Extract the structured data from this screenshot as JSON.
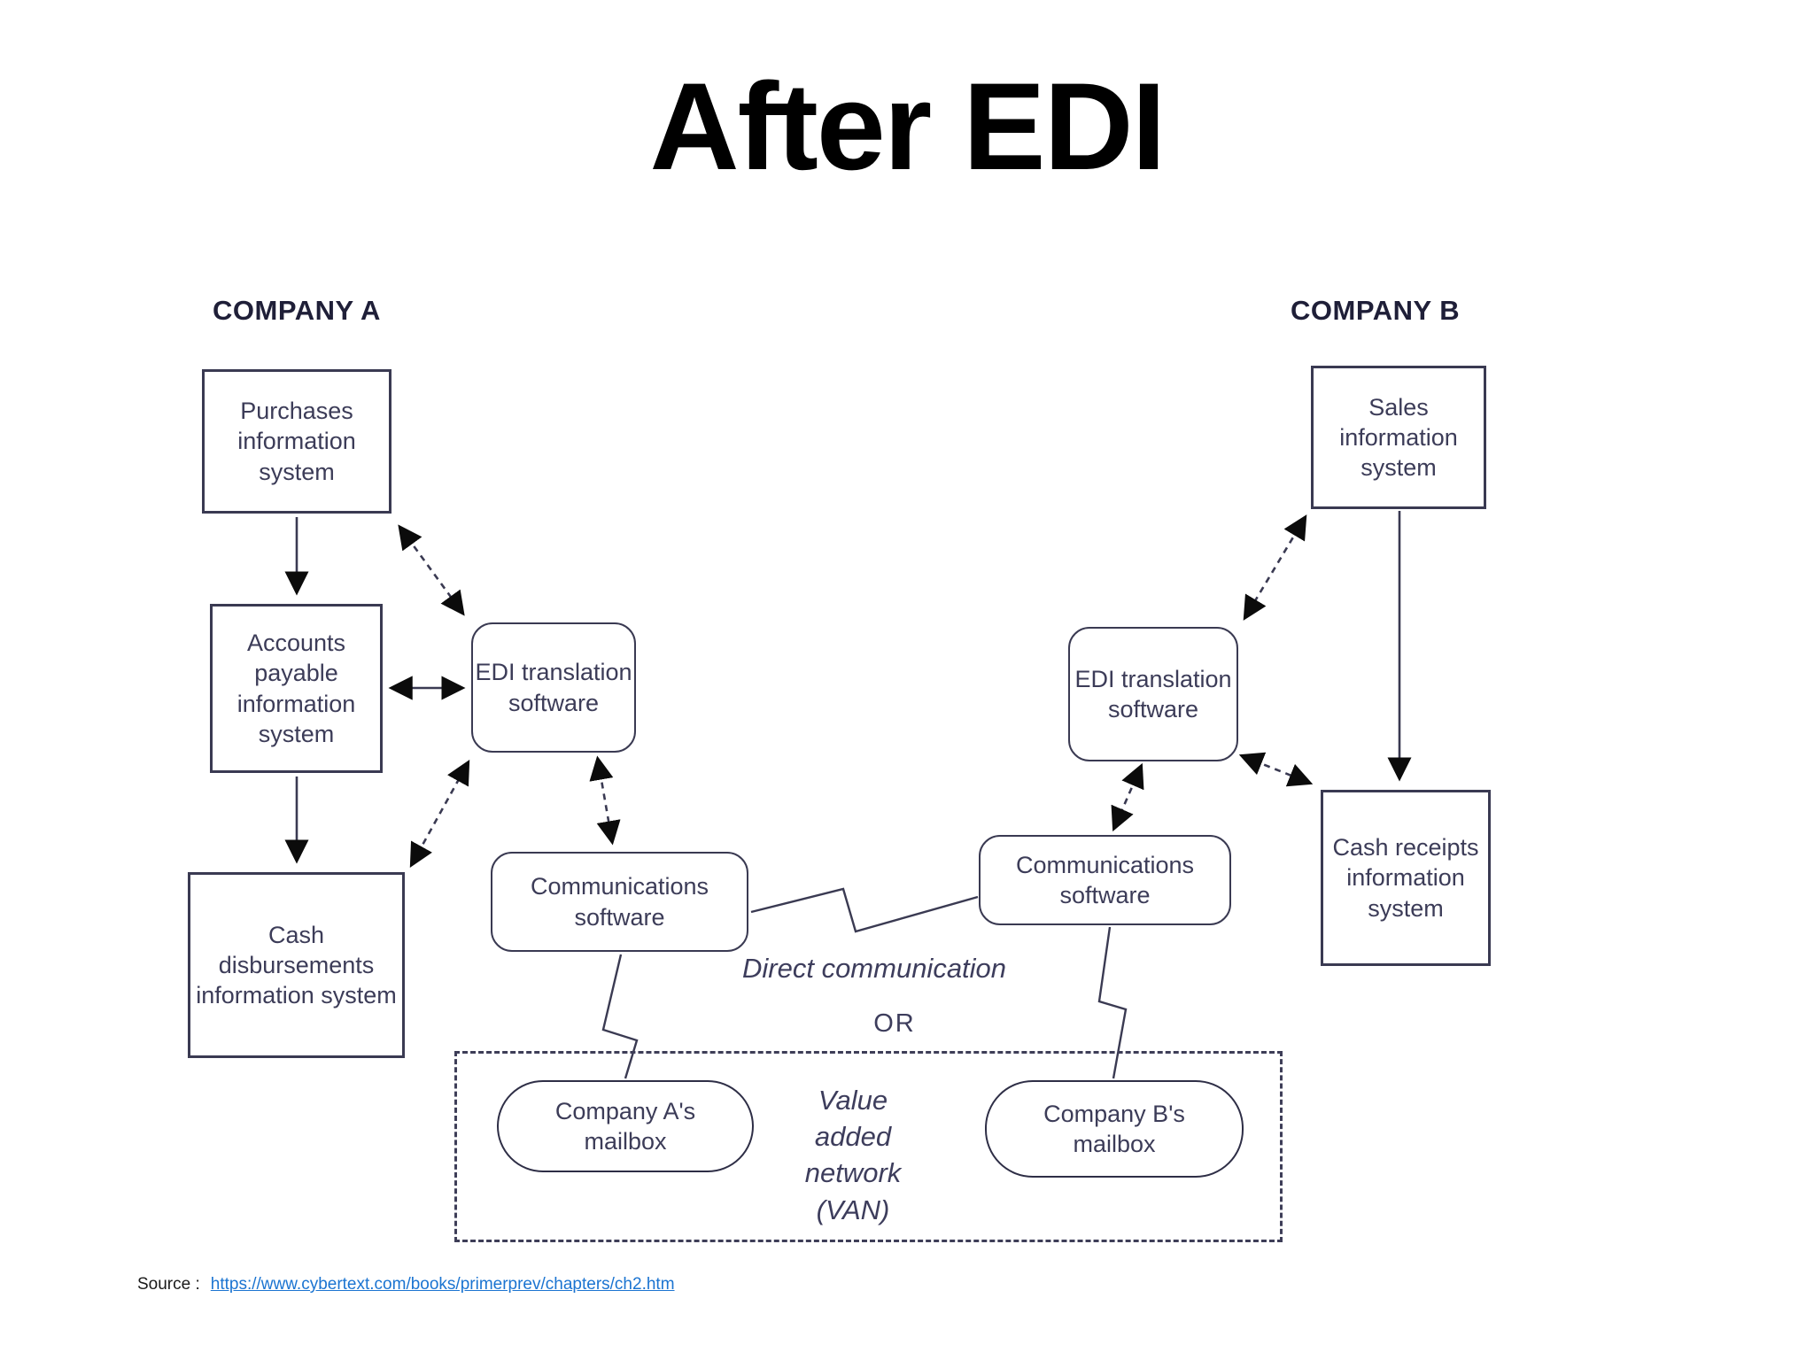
{
  "title": "After EDI",
  "diagram": {
    "company_a_label": "COMPANY A",
    "company_b_label": "COMPANY B",
    "nodes": {
      "purchases": "Purchases information system",
      "accounts_payable": "Accounts payable information system",
      "cash_disbursements": "Cash disbursements information system",
      "edi_translation_a": "EDI translation software",
      "communications_a": "Communications software",
      "sales": "Sales information system",
      "edi_translation_b": "EDI translation software",
      "cash_receipts": "Cash receipts information system",
      "communications_b": "Communications software",
      "mailbox_a": "Company A's mailbox",
      "mailbox_b": "Company B's mailbox"
    },
    "labels": {
      "direct_communication": "Direct communication",
      "or": "OR",
      "van": "Value\nadded\nnetwork\n(VAN)"
    },
    "colors": {
      "line": "#3a3a52",
      "arrowhead": "#0b0b0b",
      "box_text": "#3c3c58",
      "link_blue": "#1b74d1"
    }
  },
  "source": {
    "label": "Source :",
    "link_text": "https://www.cybertext.com/books/primerprev/chapters/ch2.htm"
  }
}
